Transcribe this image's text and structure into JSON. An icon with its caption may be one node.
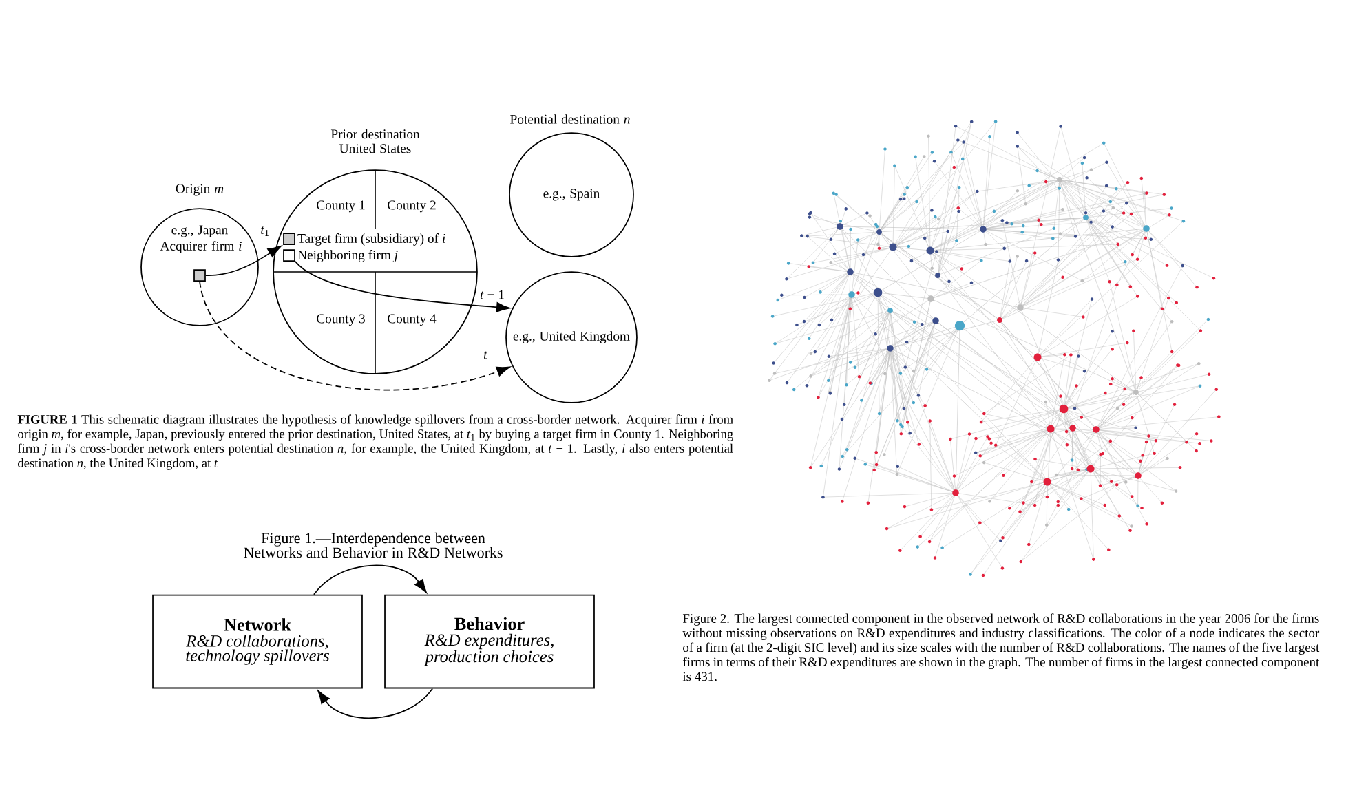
{
  "diagram": {
    "nodes": [
      {
        "text": [
          "Origin *m*",
          "e.g., Japan",
          "Acquirer firm *i*"
        ]
      },
      {
        "text": [],
        "shape": "box",
        "in": 0
      },
      {
        "text": [
          "Prior destination United States"
        ]
      },
      {
        "text": [],
        "shape": "box",
        "in": 2,
        "beside": [
          "Target firm (subsidiary) of *i*"
        ]
      },
      {
        "text": [],
        "shape": "box",
        "in": 2,
        "beside": [
          "Neighboring firm *j*"
        ]
      },
      {
        "text": [
          "Potential destination *n*",
          "e.g., Spain"
        ]
      },
      {
        "text": [
          "e.g., United Kingdom"
        ]
      },
      {
        "text": [
          "Network",
          "R&D collaborations, technology spillovers"
        ]
      },
      {
        "text": [
          "Behavior",
          "R&D expenditures, production choices"
        ]
      }
    ],
    "edges": [
      {
        "from": 1,
        "to": 3,
        "arrow": "to",
        "label": "*t*$_{1}$"
      },
      {
        "from": 4,
        "to": 6,
        "arrow": "to",
        "label": "*t* − 1"
      },
      {
        "from": 1,
        "to": 6,
        "arrow": "to",
        "label": "*t*",
        "style": "dashed"
      },
      {
        "from": 7,
        "to": 8,
        "arrow": "to"
      },
      {
        "from": 8,
        "to": 7,
        "arrow": "to"
      }
    ],
    "labels": [
      "County 1",
      "County 2",
      "County 3",
      "County 4",
      "**FIGURE 1** This schematic diagram illustrates the hypothesis of knowledge spillovers from a cross-border network. Acquirer firm *i* from origin *m*, for example, Japan, previously entered the prior destination, United States, at *t*$_{1}$ by buying a target firm in County 1. Neighboring firm *j* in *i*'s cross-border network enters potential destination *n*, for example, the United Kingdom, at *t* − 1. Lastly, *i* also enters potential destination *n*, the United Kingdom, at *t*",
      "Figure 1.—Interdependence between Networks and Behavior in R&D Networks",
      "Figure 2. The largest connected component in the observed network of R&D collaborations in the year 2006 for the firms without missing observations on R&D expenditures and industry classifications. The color of a node indicates the sector of a firm (at the 2-digit SIC level) and its size scales with the number of R&D collaborations. The names of the five largest firms in terms of their R&D expenditures are shown in the graph. The number of firms in the largest connected component is 431."
    ]
  }
}
